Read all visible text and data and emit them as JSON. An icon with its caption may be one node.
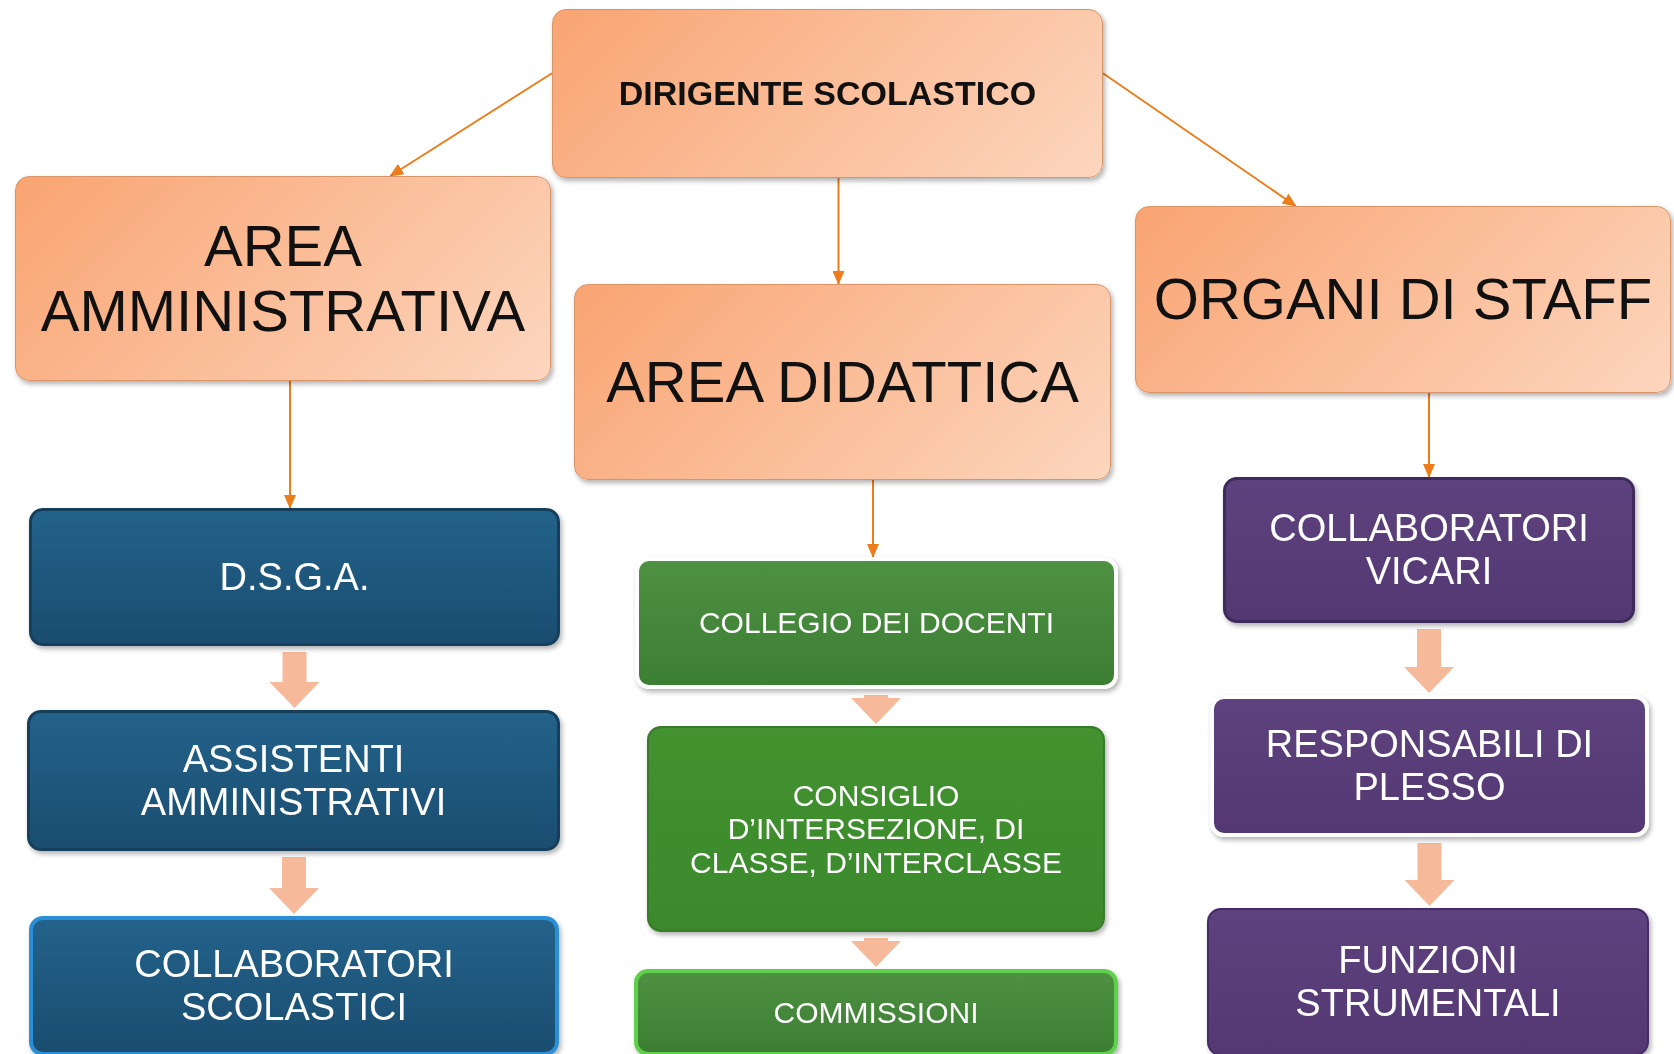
{
  "diagram": {
    "nodes": [
      {
        "text": [
          "DIRIGENTE SCOLASTICO"
        ]
      },
      {
        "text": [
          "AREA AMMINISTRATIVA"
        ]
      },
      {
        "text": [
          "AREA DIDATTICA"
        ]
      },
      {
        "text": [
          "ORGANI DI STAFF"
        ]
      },
      {
        "text": [
          "D.S.G.A."
        ]
      },
      {
        "text": [
          "ASSISTENTI AMMINISTRATIVI"
        ]
      },
      {
        "text": [
          "COLLABORATORI SCOLASTICI"
        ]
      },
      {
        "text": [
          "COLLEGIO DEI DOCENTI"
        ]
      },
      {
        "text": [
          "CONSIGLIO D’INTERSEZIONE, DI CLASSE, D’INTERCLASSE"
        ]
      },
      {
        "text": [
          "COMMISSIONI"
        ]
      },
      {
        "text": [
          "COLLABORATORI VICARI"
        ]
      },
      {
        "text": [
          "RESPONSABILI DI PLESSO"
        ]
      },
      {
        "text": [
          "FUNZIONI STRUMENTALI"
        ]
      }
    ],
    "edges": [
      {
        "from": 0,
        "to": 1,
        "arrow": "to"
      },
      {
        "from": 0,
        "to": 2,
        "arrow": "to"
      },
      {
        "from": 0,
        "to": 3,
        "arrow": "to"
      },
      {
        "from": 1,
        "to": 4,
        "arrow": "to"
      },
      {
        "from": 2,
        "to": 7,
        "arrow": "to"
      },
      {
        "from": 3,
        "to": 10,
        "arrow": "to"
      },
      {
        "from": 4,
        "to": 5,
        "arrow": "to",
        "style": "thick",
        "color": "#f6b99a"
      },
      {
        "from": 5,
        "to": 6,
        "arrow": "to",
        "style": "thick",
        "color": "#f6b99a"
      },
      {
        "from": 7,
        "to": 8,
        "arrow": "to",
        "style": "thick",
        "color": "#f6b99a"
      },
      {
        "from": 8,
        "to": 9,
        "arrow": "to",
        "style": "thick",
        "color": "#f6b99a"
      },
      {
        "from": 10,
        "to": 11,
        "arrow": "to",
        "style": "thick",
        "color": "#f6b99a"
      },
      {
        "from": 11,
        "to": 12,
        "arrow": "to",
        "style": "thick",
        "color": "#f6b99a"
      }
    ]
  }
}
